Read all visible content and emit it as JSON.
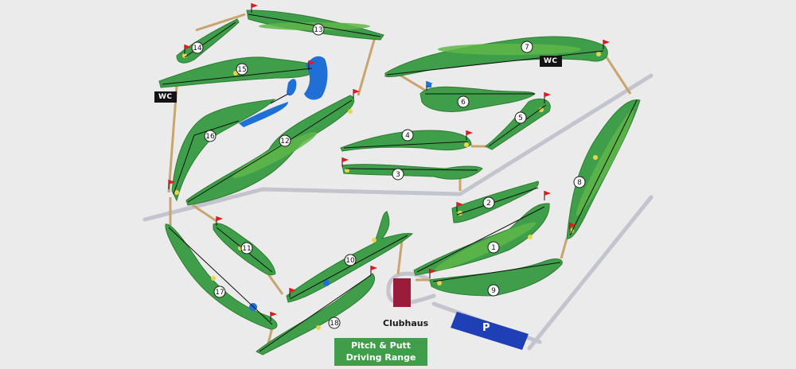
{
  "map": {
    "holes": [
      "1",
      "2",
      "3",
      "4",
      "5",
      "6",
      "7",
      "8",
      "9",
      "10",
      "11",
      "12",
      "13",
      "14",
      "15",
      "16",
      "17",
      "18"
    ],
    "facilities": {
      "wc": "WC",
      "clubhouse": "Clubhaus",
      "range_line1": "Pitch & Putt",
      "range_line2": "Driving Range",
      "parking": "P"
    },
    "colors": {
      "background": "#ebebeb",
      "fairway_dark": "#2e7d32",
      "fairway_light": "#5fb84a",
      "water": "#1f6fd6",
      "path": "#c9a46d",
      "road": "#c4c4cf",
      "clubhouse": "#9b1c3a",
      "parking": "#1e3fb5",
      "range": "#3f9e49",
      "flag": "#e11b1b",
      "bunker": "#e8d64a"
    }
  }
}
